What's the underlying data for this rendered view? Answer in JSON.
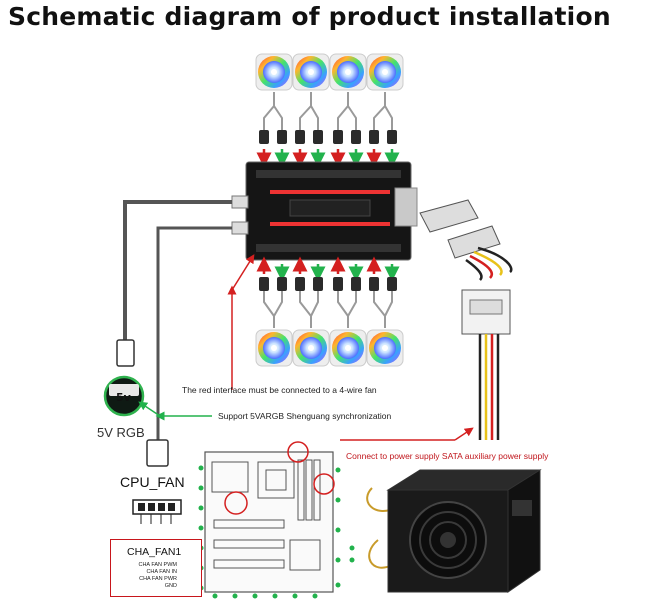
{
  "title": "Schematic diagram of product installation",
  "notes": {
    "red_interface": "The red interface must be connected to a 4-wire fan",
    "support_5v": "Support 5VARGB Shenguang synchronization",
    "sata": "Connect to power supply SATA auxiliary power supply"
  },
  "labels": {
    "rgb_5v": "5V RGB",
    "badge_5v": "5v",
    "cpu_fan": "CPU_FAN",
    "cha_fan": "CHA_FAN1"
  },
  "cha_pins": [
    "CHA FAN PWM",
    "CHA FAN IN",
    "CHA FAN PWR",
    "GND"
  ],
  "colors": {
    "red_arrow": "#d42020",
    "green_arrow": "#22b24c",
    "hub_body": "#151515",
    "psu_body": "#1a1a1a",
    "wire_yellow": "#e8c21a",
    "wire_red": "#d42020"
  }
}
